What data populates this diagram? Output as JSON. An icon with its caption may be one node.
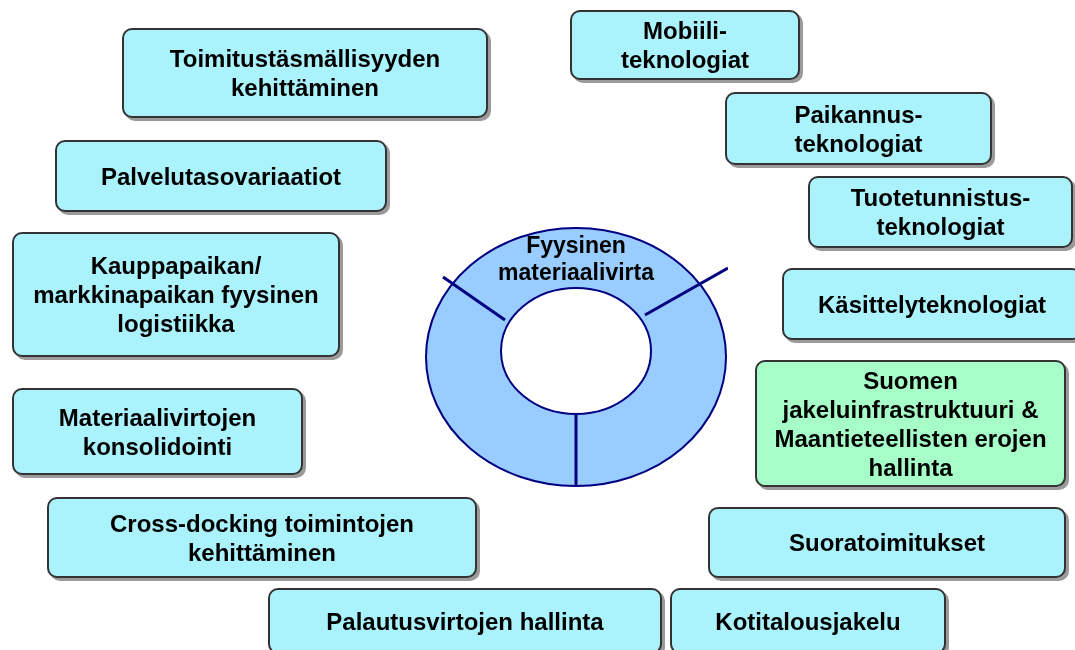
{
  "diagram": {
    "nodes": [
      {
        "text": [
          "Toimitustäsmällisyyden kehittäminen"
        ]
      },
      {
        "text": [
          "Palvelutasovariaatiot"
        ]
      },
      {
        "text": [
          "Kauppapaikan/ markkinapaikan fyysinen logistiikka"
        ]
      },
      {
        "text": [
          "Materiaalivirtojen konsolidointi"
        ]
      },
      {
        "text": [
          "Cross-docking toimintojen kehittäminen"
        ]
      },
      {
        "text": [
          "Palautusvirtojen hallinta"
        ]
      },
      {
        "text": [
          "Fyysinen materiaalivirta"
        ]
      },
      {
        "text": [
          "Mobiili- teknologiat"
        ]
      },
      {
        "text": [
          "Paikannus- teknologiat"
        ]
      },
      {
        "text": [
          "Tuotetunnistus- teknologiat"
        ]
      },
      {
        "text": [
          "Käsittelyteknologiat"
        ]
      },
      {
        "text": [
          "Suomen jakeluinfrastruktuuri & Maantieteellisten erojen hallinta"
        ]
      },
      {
        "text": [
          "Suoratoimitukset"
        ]
      },
      {
        "text": [
          "Kotitalousjakelu"
        ]
      }
    ],
    "edges": []
  }
}
